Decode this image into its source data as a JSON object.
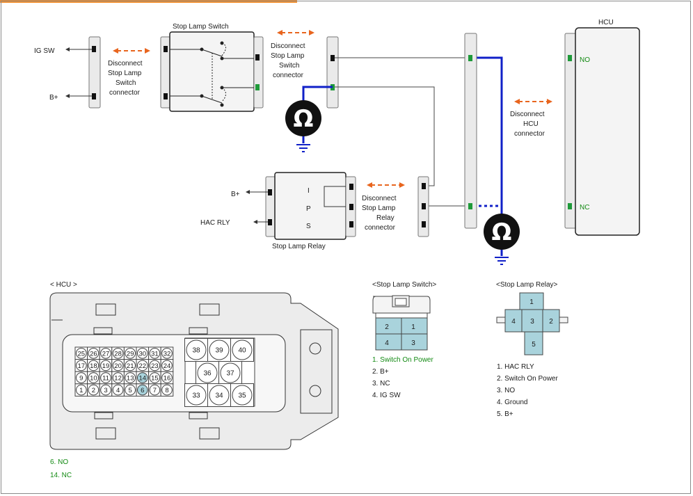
{
  "components": {
    "stop_lamp_switch": "Stop Lamp Switch",
    "hcu": "HCU",
    "stop_lamp_relay": "Stop Lamp Relay"
  },
  "labels": {
    "ig_sw": "IG SW",
    "b_plus_left": "B+",
    "b_plus_relay": "B+",
    "hac_rly": "HAC RLY",
    "relay_i": "I",
    "relay_p": "P",
    "relay_s": "S",
    "hcu_no": "NO",
    "hcu_nc": "NC"
  },
  "disconnect_notes": {
    "switch_left": [
      "Disconnect",
      "Stop Lamp",
      "Switch",
      "connector"
    ],
    "switch_right": [
      "Disconnect",
      "Stop Lamp",
      "Switch",
      "connector"
    ],
    "relay": [
      "Disconnect",
      "Stop Lamp",
      "Relay",
      "connector"
    ],
    "hcu": [
      "Disconnect",
      "HCU",
      "connector"
    ]
  },
  "meter_symbol": "Ω",
  "connector_views": {
    "hcu_title": "< HCU    >",
    "switch_title": "<Stop Lamp Switch>",
    "relay_title": "<Stop Lamp Relay>",
    "hcu_pins_row1": [
      "25",
      "26",
      "27",
      "28",
      "29",
      "30",
      "31",
      "32"
    ],
    "hcu_pins_row2": [
      "17",
      "18",
      "19",
      "20",
      "21",
      "22",
      "23",
      "24"
    ],
    "hcu_pins_row3": [
      "9",
      "10",
      "11",
      "12",
      "13",
      "14",
      "15",
      "16"
    ],
    "hcu_pins_row4": [
      "1",
      "2",
      "3",
      "4",
      "5",
      "6",
      "7",
      "8"
    ],
    "hcu_large_pins": [
      "38",
      "39",
      "40",
      "36",
      "37",
      "33",
      "34",
      "35"
    ],
    "hcu_highlighted_pins": [
      "6",
      "14"
    ],
    "switch_pins": [
      "2",
      "1",
      "4",
      "3"
    ],
    "relay_pins": [
      "1",
      "4",
      "3",
      "2",
      "5"
    ]
  },
  "pin_legends": {
    "switch": [
      "1.   Switch On Power",
      "2. B+",
      "3. NC",
      "4. IG SW"
    ],
    "relay": [
      "1. HAC RLY",
      "2.   Switch On Power",
      "3. NO",
      "4. Ground",
      "5. B+"
    ],
    "hcu": [
      "6. NO",
      "14. NC"
    ]
  },
  "colors": {
    "wire_blue": "#1020c8",
    "arrow_orange": "#e8651e",
    "pin_green": "#1f9a3a",
    "pin_fill": "#a9d3dc",
    "text_green": "#138a13"
  }
}
